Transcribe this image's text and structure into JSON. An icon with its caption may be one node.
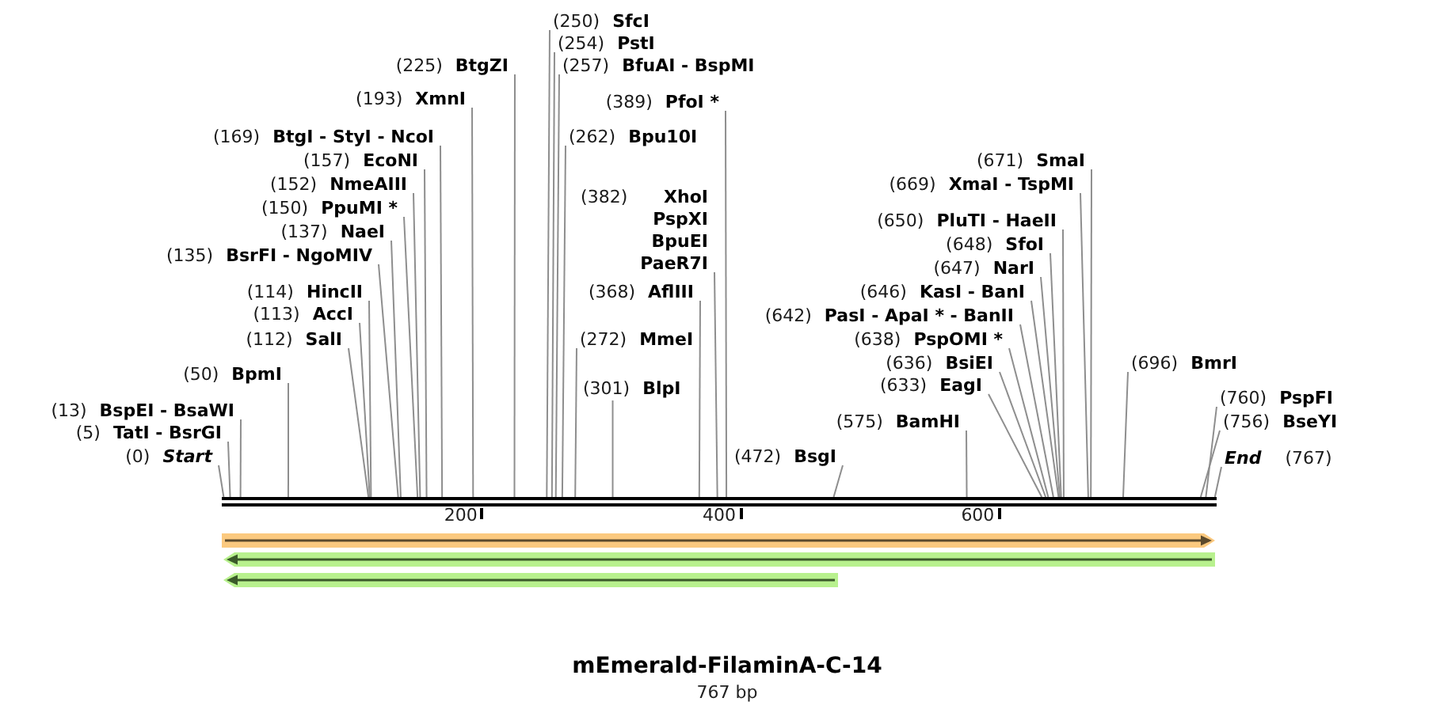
{
  "diagram": {
    "title": "mEmerald-FilaminA-C-14",
    "caption": "767 bp",
    "nodes": [
      {
        "text": [
          "(250)",
          "SfcI"
        ]
      },
      {
        "text": [
          "(254)",
          "PstI"
        ]
      },
      {
        "text": [
          "(225)",
          "BtgZI"
        ]
      },
      {
        "text": [
          "(257)",
          "BfuAI - BspMI"
        ]
      },
      {
        "text": [
          "(193)",
          "XmnI"
        ]
      },
      {
        "text": [
          "(389)",
          "PfoI *"
        ]
      },
      {
        "text": [
          "(169)",
          "BtgI - StyI - NcoI"
        ]
      },
      {
        "text": [
          "(262)",
          "Bpu10I"
        ]
      },
      {
        "text": [
          "(157)",
          "EcoNI"
        ]
      },
      {
        "text": [
          "(671)",
          "SmaI"
        ]
      },
      {
        "text": [
          "(152)",
          "NmeAIII"
        ]
      },
      {
        "text": [
          "(669)",
          "XmaI - TspMI"
        ]
      },
      {
        "text": [
          "(382)",
          "XhoI",
          "PspXI",
          "BpuEI",
          "PaeR7I"
        ]
      },
      {
        "text": [
          "(150)",
          "PpuMI *"
        ]
      },
      {
        "text": [
          "(650)",
          "PluTI - HaeII"
        ]
      },
      {
        "text": [
          "(137)",
          "NaeI"
        ]
      },
      {
        "text": [
          "(648)",
          "SfoI"
        ]
      },
      {
        "text": [
          "(135)",
          "BsrFI - NgoMIV"
        ]
      },
      {
        "text": [
          "(647)",
          "NarI"
        ]
      },
      {
        "text": [
          "(114)",
          "HincII"
        ]
      },
      {
        "text": [
          "(368)",
          "AflIII"
        ]
      },
      {
        "text": [
          "(646)",
          "KasI - BanI"
        ]
      },
      {
        "text": [
          "(113)",
          "AccI"
        ]
      },
      {
        "text": [
          "(642)",
          "PasI - ApaI * - BanII"
        ]
      },
      {
        "text": [
          "(112)",
          "SalI"
        ]
      },
      {
        "text": [
          "(272)",
          "MmeI"
        ]
      },
      {
        "text": [
          "(638)",
          "PspOMI *"
        ]
      },
      {
        "text": [
          "(636)",
          "BsiEI"
        ]
      },
      {
        "text": [
          "(696)",
          "BmrI"
        ]
      },
      {
        "text": [
          "(50)",
          "BpmI"
        ]
      },
      {
        "text": [
          "(633)",
          "EagI"
        ]
      },
      {
        "text": [
          "(301)",
          "BlpI"
        ]
      },
      {
        "text": [
          "(760)",
          "PspFI"
        ]
      },
      {
        "text": [
          "(13)",
          "BspEI - BsaWI"
        ]
      },
      {
        "text": [
          "(575)",
          "BamHI"
        ]
      },
      {
        "text": [
          "(756)",
          "BseYI"
        ]
      },
      {
        "text": [
          "(5)",
          "TatI - BsrGI"
        ]
      },
      {
        "text": [
          "(0)",
          "Start"
        ]
      },
      {
        "text": [
          "(472)",
          "BsgI"
        ]
      },
      {
        "text": [
          "End",
          "(767)"
        ]
      },
      {
        "text": [],
        "shape": "bar"
      },
      {
        "text": [],
        "shape": "arrow"
      },
      {
        "text": [],
        "shape": "arrow"
      },
      {
        "text": [],
        "shape": "arrow"
      }
    ],
    "edges": [
      {
        "from": 0,
        "to": 40,
        "arrow": "none"
      },
      {
        "from": 1,
        "to": 40,
        "arrow": "none"
      },
      {
        "from": 2,
        "to": 40,
        "arrow": "none"
      },
      {
        "from": 3,
        "to": 40,
        "arrow": "none"
      },
      {
        "from": 4,
        "to": 40,
        "arrow": "none"
      },
      {
        "from": 5,
        "to": 40,
        "arrow": "none"
      },
      {
        "from": 6,
        "to": 40,
        "arrow": "none"
      },
      {
        "from": 7,
        "to": 40,
        "arrow": "none"
      },
      {
        "from": 8,
        "to": 40,
        "arrow": "none"
      },
      {
        "from": 9,
        "to": 40,
        "arrow": "none"
      },
      {
        "from": 10,
        "to": 40,
        "arrow": "none"
      },
      {
        "from": 11,
        "to": 40,
        "arrow": "none"
      },
      {
        "from": 12,
        "to": 40,
        "arrow": "none"
      },
      {
        "from": 13,
        "to": 40,
        "arrow": "none"
      },
      {
        "from": 14,
        "to": 40,
        "arrow": "none"
      },
      {
        "from": 15,
        "to": 40,
        "arrow": "none"
      },
      {
        "from": 16,
        "to": 40,
        "arrow": "none"
      },
      {
        "from": 17,
        "to": 40,
        "arrow": "none"
      },
      {
        "from": 18,
        "to": 40,
        "arrow": "none"
      },
      {
        "from": 19,
        "to": 40,
        "arrow": "none"
      },
      {
        "from": 20,
        "to": 40,
        "arrow": "none"
      },
      {
        "from": 21,
        "to": 40,
        "arrow": "none"
      },
      {
        "from": 22,
        "to": 40,
        "arrow": "none"
      },
      {
        "from": 23,
        "to": 40,
        "arrow": "none"
      },
      {
        "from": 24,
        "to": 40,
        "arrow": "none"
      },
      {
        "from": 25,
        "to": 40,
        "arrow": "none"
      },
      {
        "from": 26,
        "to": 40,
        "arrow": "none"
      },
      {
        "from": 27,
        "to": 40,
        "arrow": "none"
      },
      {
        "from": 28,
        "to": 40,
        "arrow": "none"
      },
      {
        "from": 29,
        "to": 40,
        "arrow": "none"
      },
      {
        "from": 30,
        "to": 40,
        "arrow": "none"
      },
      {
        "from": 31,
        "to": 40,
        "arrow": "none"
      },
      {
        "from": 32,
        "to": 40,
        "arrow": "none"
      },
      {
        "from": 33,
        "to": 40,
        "arrow": "none"
      },
      {
        "from": 34,
        "to": 40,
        "arrow": "none"
      },
      {
        "from": 35,
        "to": 40,
        "arrow": "none"
      },
      {
        "from": 36,
        "to": 40,
        "arrow": "none"
      },
      {
        "from": 37,
        "to": 40,
        "arrow": "none"
      },
      {
        "from": 38,
        "to": 40,
        "arrow": "none"
      },
      {
        "from": 39,
        "to": 40,
        "arrow": "none"
      }
    ],
    "labels": [
      "200",
      "400",
      "600"
    ]
  }
}
